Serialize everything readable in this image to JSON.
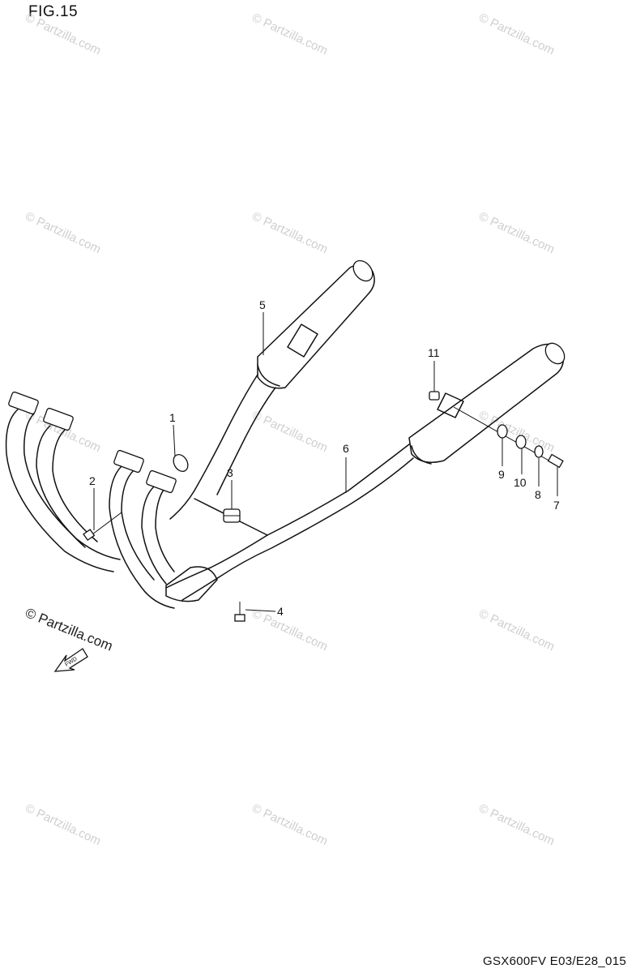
{
  "figure": {
    "title": "FIG.15",
    "model_code": "GSX600FV E03/E28_015"
  },
  "watermark": {
    "text": "© Partzilla.com"
  },
  "copyright": {
    "text": "© Partzilla.com"
  },
  "fwd_arrow": {
    "label": "FWD"
  },
  "callouts": [
    {
      "id": "callout-1",
      "label": "1"
    },
    {
      "id": "callout-2",
      "label": "2"
    },
    {
      "id": "callout-3",
      "label": "3"
    },
    {
      "id": "callout-4",
      "label": "4"
    },
    {
      "id": "callout-5",
      "label": "5"
    },
    {
      "id": "callout-6",
      "label": "6"
    },
    {
      "id": "callout-7",
      "label": "7"
    },
    {
      "id": "callout-8",
      "label": "8"
    },
    {
      "id": "callout-9",
      "label": "9"
    },
    {
      "id": "callout-10",
      "label": "10"
    },
    {
      "id": "callout-11",
      "label": "11"
    }
  ]
}
